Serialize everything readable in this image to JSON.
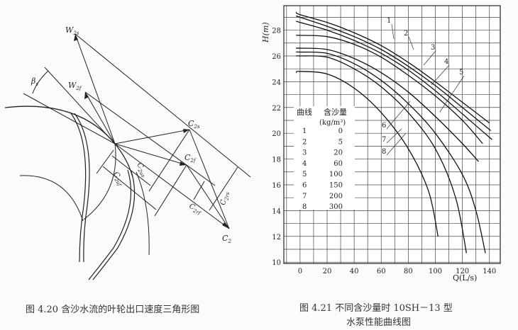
{
  "figure_left": {
    "caption": "图 4.20   含沙水流的叶轮出口速度三角形图",
    "labels": {
      "w2s": "W",
      "w2s_sub": "2s",
      "w2f": "W",
      "w2f_sub": "2f",
      "beta": "β",
      "beta_sub": "s",
      "c2s": "C",
      "c2s_sub": "2s",
      "c2f": "C",
      "c2f_sub": "2f",
      "c2": "C",
      "c2_sub": "2",
      "c2uf": "C",
      "c2uf_sub": "2uf",
      "c2us": "C",
      "c2us_sub": "2us",
      "c2rs": "C",
      "c2rs_sub": "2rs",
      "c2rf": "C",
      "c2rf_sub": "2rf"
    }
  },
  "figure_right": {
    "caption_line1": "图 4.21   不同含沙量时 10SH－13 型",
    "caption_line2": "水泵性能曲线图"
  },
  "chart_data": {
    "type": "line",
    "title": "不同含沙量时 10SH－13 型水泵性能曲线图",
    "xlabel": "Q(L/s)",
    "ylabel": "H(m)",
    "xlim": [
      -12,
      148
    ],
    "ylim": [
      9.9,
      29.9
    ],
    "xticks": [
      0,
      20,
      40,
      60,
      80,
      100,
      120,
      140
    ],
    "yticks": [
      10,
      12,
      14,
      16,
      18,
      20,
      22,
      24,
      26,
      28
    ],
    "grid": true,
    "legend": {
      "placement": "center-left",
      "header_col1": "曲线",
      "header_col2": "含沙量",
      "unit": "(kg/m³)",
      "rows": [
        {
          "curve": "1",
          "sand": "0"
        },
        {
          "curve": "2",
          "sand": "5"
        },
        {
          "curve": "3",
          "sand": "20"
        },
        {
          "curve": "4",
          "sand": "60"
        },
        {
          "curve": "5",
          "sand": "100"
        },
        {
          "curve": "6",
          "sand": "150"
        },
        {
          "curve": "7",
          "sand": "200"
        },
        {
          "curve": "8",
          "sand": "300"
        }
      ]
    },
    "series": [
      {
        "name": "1",
        "x": [
          -3,
          0,
          20,
          40,
          60,
          80,
          100,
          120,
          140
        ],
        "y": [
          29.4,
          29.2,
          28.6,
          27.8,
          26.8,
          25.5,
          24.0,
          22.4,
          20.8
        ]
      },
      {
        "name": "2",
        "x": [
          -3,
          0,
          20,
          40,
          60,
          80,
          100,
          120,
          141
        ],
        "y": [
          29.1,
          29.0,
          28.3,
          27.5,
          26.5,
          25.2,
          23.7,
          22.0,
          20.2
        ]
      },
      {
        "name": "3",
        "x": [
          -3,
          0,
          20,
          40,
          60,
          80,
          100,
          120,
          142
        ],
        "y": [
          28.7,
          28.6,
          28.0,
          27.2,
          26.2,
          24.9,
          23.3,
          21.5,
          19.5
        ]
      },
      {
        "name": "4",
        "x": [
          -3,
          0,
          20,
          40,
          60,
          80,
          100,
          120,
          135
        ],
        "y": [
          27.6,
          27.6,
          27.5,
          26.9,
          25.9,
          24.5,
          22.9,
          21.0,
          19.2
        ]
      },
      {
        "name": "5",
        "x": [
          -3,
          0,
          20,
          40,
          60,
          80,
          100,
          120,
          132
        ],
        "y": [
          26.6,
          26.6,
          26.5,
          25.8,
          24.7,
          23.2,
          21.3,
          19.2,
          17.8
        ]
      },
      {
        "name": "6",
        "x": [
          -3,
          0,
          20,
          40,
          60,
          80,
          100,
          120,
          130,
          137
        ],
        "y": [
          26.3,
          26.3,
          26.2,
          25.4,
          24.1,
          22.3,
          20.0,
          16.8,
          14.0,
          10.7
        ]
      },
      {
        "name": "7",
        "x": [
          -3,
          0,
          20,
          40,
          60,
          80,
          100,
          115,
          123
        ],
        "y": [
          26.0,
          26.0,
          25.9,
          25.0,
          23.6,
          21.6,
          18.8,
          15.0,
          10.7
        ]
      },
      {
        "name": "8",
        "x": [
          -3,
          0,
          20,
          40,
          60,
          80,
          95,
          102
        ],
        "y": [
          24.7,
          24.8,
          24.6,
          23.5,
          21.6,
          18.8,
          15.5,
          12.0
        ]
      }
    ]
  }
}
